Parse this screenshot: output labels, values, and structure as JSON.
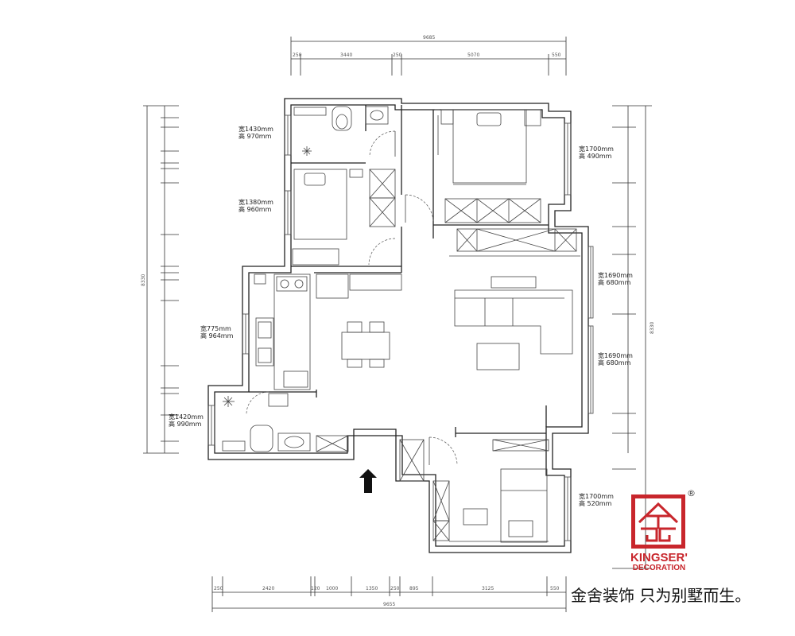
{
  "dimensions": {
    "top_total": "9685",
    "top_segments": [
      "250",
      "3440",
      "250",
      "5070",
      "550"
    ],
    "bottom_total": "9655",
    "bottom_segments": [
      "250",
      "2420",
      "120",
      "1000",
      "1350",
      "250",
      "895",
      "3125",
      "550"
    ],
    "left_total": "8330",
    "right_total": "8330"
  },
  "window_labels": [
    {
      "width": "宽1430mm",
      "height": "高 970mm"
    },
    {
      "width": "宽1380mm",
      "height": "高 960mm"
    },
    {
      "width": "宽775mm",
      "height": "高 964mm"
    },
    {
      "width": "宽1420mm",
      "height": "高 990mm"
    },
    {
      "width": "宽1700mm",
      "height": "高 490mm"
    },
    {
      "width": "宽1690mm",
      "height": "高 680mm"
    },
    {
      "width": "宽1690mm",
      "height": "高 680mm"
    },
    {
      "width": "宽1700mm",
      "height": "高 520mm"
    }
  ],
  "brand": {
    "name": "KINGSER'",
    "sub": "DECORATION",
    "registered": "®",
    "slogan": "金舍装饰 只为别墅而生。"
  },
  "colors": {
    "brand": "#c8262c"
  }
}
